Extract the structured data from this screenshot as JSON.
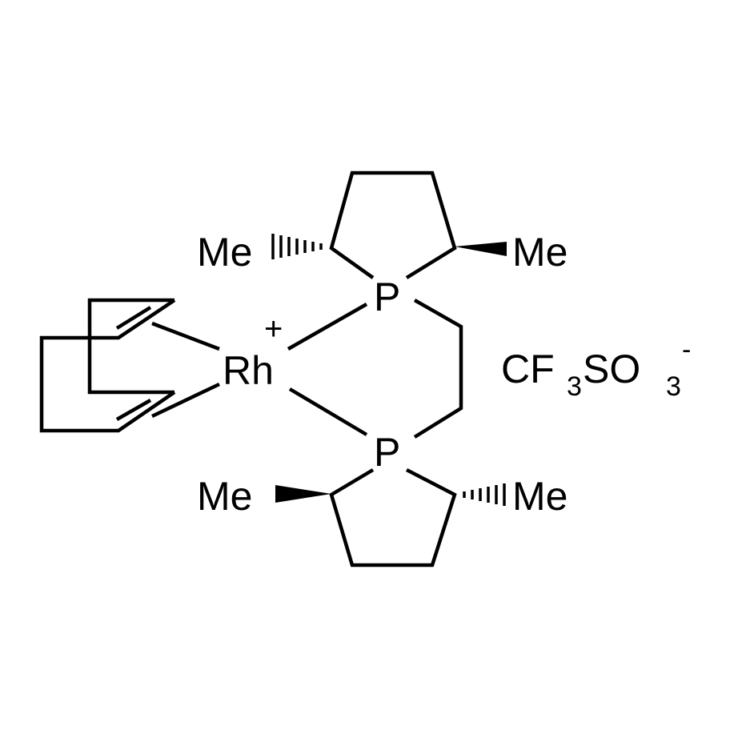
{
  "molecule": {
    "metal": "Rh",
    "metal_charge": "+",
    "phosphorus_top": "P",
    "phosphorus_bottom": "P",
    "methyl_labels": [
      "Me",
      "Me",
      "Me",
      "Me"
    ],
    "counterion": {
      "c": "CF",
      "c_sub": "3",
      "s": "SO",
      "s_sub": "3",
      "charge": "-"
    }
  },
  "colors": {
    "ink": "#000000",
    "background": "#ffffff"
  }
}
